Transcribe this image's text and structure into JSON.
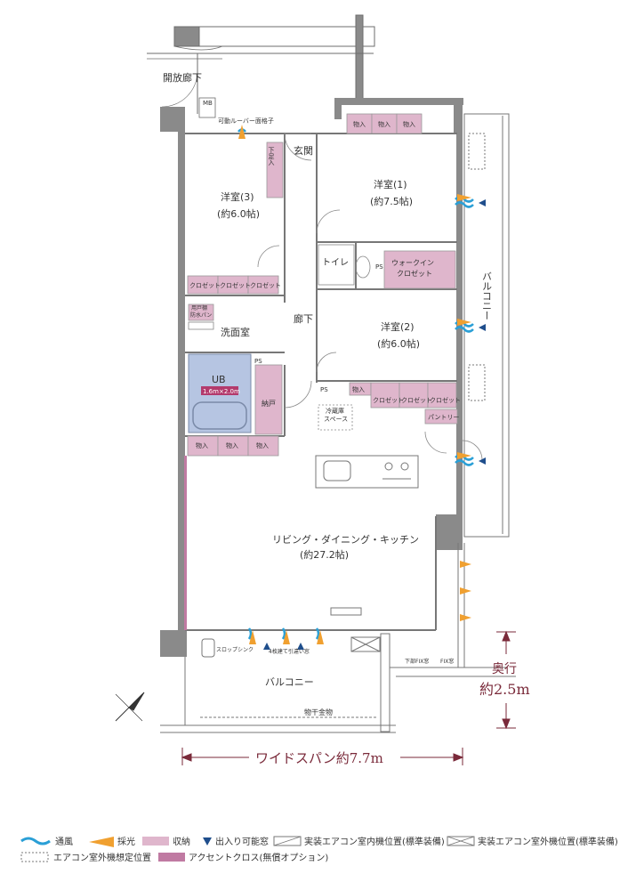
{
  "colors": {
    "storage": "#dfb6cc",
    "accent_cloth": "#c07aa2",
    "bath": "#b6c5e2",
    "ventilation": "#2a9fd6",
    "daylight": "#f0a030",
    "arrow_marker": "#1f4e8c",
    "dimension": "#7a2a3a",
    "wall": "#6d6d6d"
  },
  "rooms": {
    "open_corridor": "開放廊下",
    "mb": "MB",
    "louver": "可動ルーバー面格子",
    "genkan": "玄関",
    "shoe": "下足入",
    "western3": "洋室(3)",
    "western3_size": "(約6.0帖)",
    "western1": "洋室(1)",
    "western1_size": "(約7.5帖)",
    "western2": "洋室(2)",
    "western2_size": "(約6.0帖)",
    "toilet": "トイレ",
    "wic_line1": "ウォークイン",
    "wic_line2": "クロゼット",
    "ps": "PS",
    "washroom": "洗面室",
    "hallway": "廊下",
    "ub": "UB",
    "ub_size": "1.6m×2.0m",
    "nando": "納戸",
    "pantry": "パントリー",
    "fridge_line1": "冷蔵庫",
    "fridge_line2": "スペース",
    "living": "リビング・ダイニング・キッチン",
    "living_size": "(約27.2帖)",
    "balcony_right": "バルコニー",
    "balcony_bottom": "バルコニー",
    "slop_sink": "スロップシンク",
    "hanger": "物干金物",
    "hinge_door": "4枚建て引違い窓",
    "closet": "クロゼット",
    "monoire": "物入",
    "yoto_dana": "用戸棚",
    "waterproof_pan": "防水パン",
    "tp_hotei": "下部FIX窓",
    "fix_window": "FIX窓"
  },
  "dimensions": {
    "depth_label": "奥行",
    "depth_value": "約2.5m",
    "wide_span": "ワイドスパン約7.7m"
  },
  "legend": {
    "ventilation": "通風",
    "daylight": "採光",
    "storage": "収納",
    "entry_window": "出入り可能窓",
    "ac_indoor": "実装エアコン室内機位置(標準装備)",
    "ac_outdoor": "実装エアコン室外機位置(標準装備)",
    "ac_outdoor_assumed": "エアコン室外機想定位置",
    "accent_cloth": "アクセントクロス(無償オプション)"
  }
}
